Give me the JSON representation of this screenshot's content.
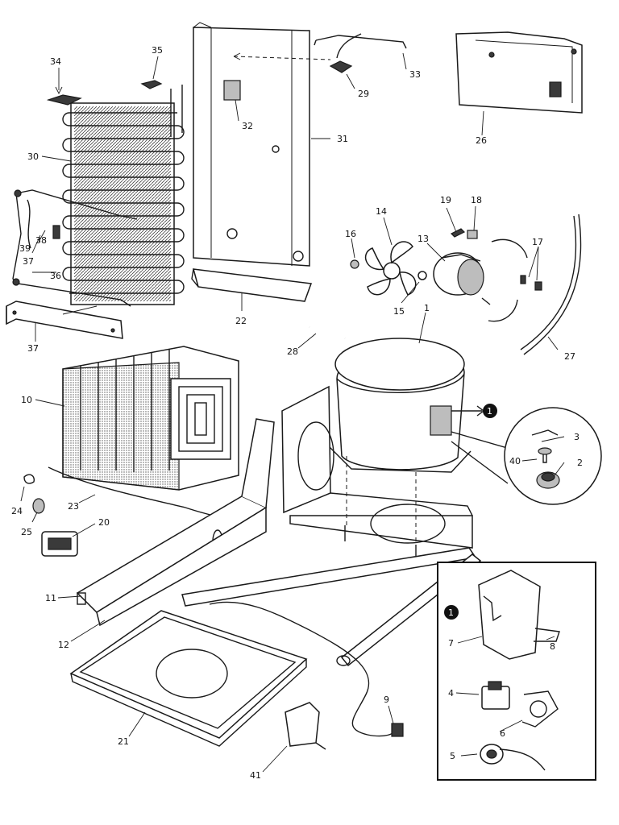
{
  "callouts": {
    "p1": "1",
    "p2": "2",
    "p3": "3",
    "p4": "4",
    "p5": "5",
    "p6": "6",
    "p7": "7",
    "p8": "8",
    "p9": "9",
    "p10": "10",
    "p11": "11",
    "p12": "12",
    "p13": "13",
    "p14": "14",
    "p15": "15",
    "p16": "16",
    "p17": "17",
    "p18": "18",
    "p19": "19",
    "p20": "20",
    "p21": "21",
    "p22": "22",
    "p23": "23",
    "p24": "24",
    "p25": "25",
    "p26": "26",
    "p27": "27",
    "p28": "28",
    "p29": "29",
    "p30": "30",
    "p31": "31",
    "p32": "32",
    "p33": "33",
    "p34": "34",
    "p35": "35",
    "p36": "36",
    "p37a": "37",
    "p37b": "37",
    "p38": "38",
    "p39": "39",
    "p40": "40",
    "p41": "41"
  },
  "markers": {
    "inset_ref": "1",
    "compressor_ref": "1"
  }
}
